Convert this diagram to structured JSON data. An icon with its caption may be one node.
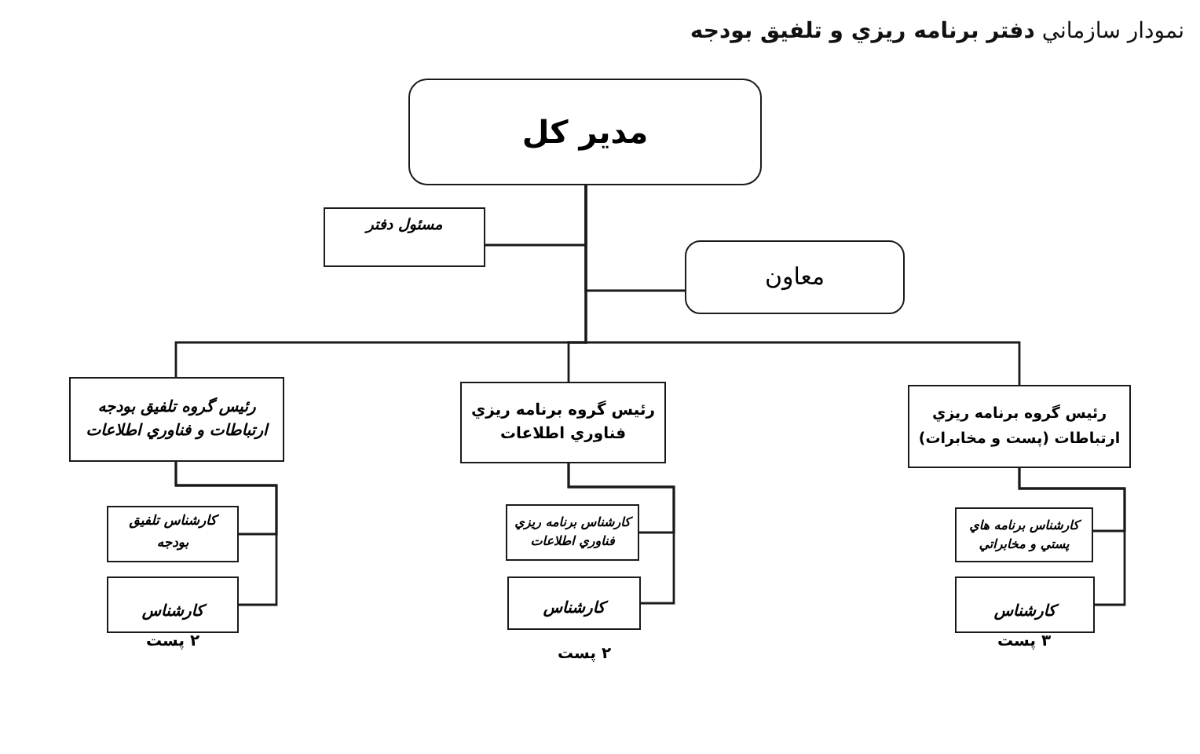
{
  "diagram": {
    "title": "نمودار سازماني **دفتر برنامه ريزي و تلفيق بودجه**",
    "nodes": [
      {
        "text": [
          "مدير كل"
        ]
      },
      {
        "text": [
          "مسئول دفتر"
        ]
      },
      {
        "text": [
          "معاون"
        ]
      },
      {
        "text": [
          "رئيس گروه برنامه ريزي ارتباطات (پست و مخابرات)"
        ]
      },
      {
        "text": [
          "رئيس گروه برنامه ريزي فناوري اطلاعات"
        ]
      },
      {
        "text": [
          "رئيس گروه تلفيق بودجه ارتباطات و فناوري اطلاعات"
        ]
      },
      {
        "text": [
          "كارشناس برنامه هاي پستي و مخابراتي"
        ]
      },
      {
        "text": [
          "كارشناس"
        ]
      },
      {
        "text": [
          "كارشناس برنامه ريزي فناوري اطلاعات"
        ]
      },
      {
        "text": [
          "كارشناس"
        ]
      },
      {
        "text": [
          "كارشناس تلفيق بودجه"
        ]
      },
      {
        "text": [
          "كارشناس"
        ]
      }
    ],
    "edges": [
      {
        "from": 0,
        "to": 1,
        "arrow": "none"
      },
      {
        "from": 0,
        "to": 2,
        "arrow": "none"
      },
      {
        "from": 0,
        "to": 3,
        "arrow": "none"
      },
      {
        "from": 0,
        "to": 4,
        "arrow": "none"
      },
      {
        "from": 0,
        "to": 5,
        "arrow": "none"
      },
      {
        "from": 3,
        "to": 6,
        "arrow": "none"
      },
      {
        "from": 3,
        "to": 7,
        "arrow": "none"
      },
      {
        "from": 4,
        "to": 8,
        "arrow": "none"
      },
      {
        "from": 4,
        "to": 9,
        "arrow": "none"
      },
      {
        "from": 5,
        "to": 10,
        "arrow": "none"
      },
      {
        "from": 5,
        "to": 11,
        "arrow": "none"
      }
    ],
    "labels": [
      "۳ پست",
      "۲ پست",
      "۲ پست"
    ]
  }
}
